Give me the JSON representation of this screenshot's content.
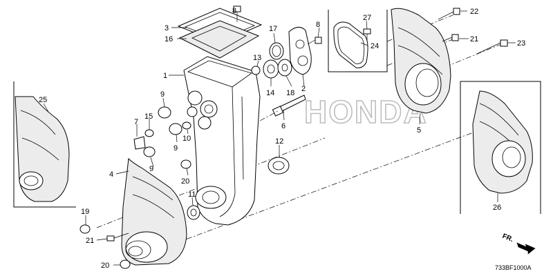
{
  "diagram": {
    "watermark": "HONDA",
    "drawing_code": "733BF1000A",
    "front_marker": "FR.",
    "callouts": [
      {
        "id": "c1",
        "text": "1"
      },
      {
        "id": "c2",
        "text": "2"
      },
      {
        "id": "c3",
        "text": "3"
      },
      {
        "id": "c4",
        "text": "4"
      },
      {
        "id": "c5",
        "text": "5"
      },
      {
        "id": "c6",
        "text": "6"
      },
      {
        "id": "c7",
        "text": "7"
      },
      {
        "id": "c8a",
        "text": "8"
      },
      {
        "id": "c8b",
        "text": "8"
      },
      {
        "id": "c9a",
        "text": "9"
      },
      {
        "id": "c9b",
        "text": "9"
      },
      {
        "id": "c9c",
        "text": "9"
      },
      {
        "id": "c10",
        "text": "10"
      },
      {
        "id": "c11",
        "text": "11"
      },
      {
        "id": "c12",
        "text": "12"
      },
      {
        "id": "c13",
        "text": "13"
      },
      {
        "id": "c14",
        "text": "14"
      },
      {
        "id": "c15",
        "text": "15"
      },
      {
        "id": "c16",
        "text": "16"
      },
      {
        "id": "c17",
        "text": "17"
      },
      {
        "id": "c18",
        "text": "18"
      },
      {
        "id": "c19",
        "text": "19"
      },
      {
        "id": "c20a",
        "text": "20"
      },
      {
        "id": "c20b",
        "text": "20"
      },
      {
        "id": "c21a",
        "text": "21"
      },
      {
        "id": "c21b",
        "text": "21"
      },
      {
        "id": "c22",
        "text": "22"
      },
      {
        "id": "c23",
        "text": "23"
      },
      {
        "id": "c24",
        "text": "24"
      },
      {
        "id": "c25",
        "text": "25"
      },
      {
        "id": "c26",
        "text": "26"
      },
      {
        "id": "c27",
        "text": "27"
      }
    ]
  }
}
